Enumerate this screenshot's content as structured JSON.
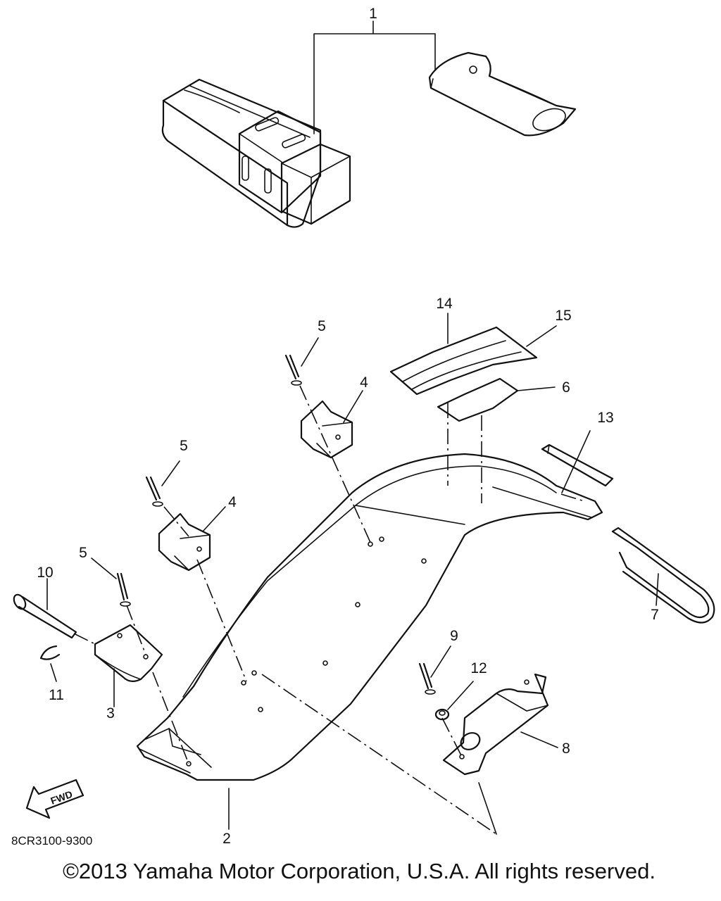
{
  "diagram": {
    "drawing_code": "8CR3100-9300",
    "copyright": "©2013 Yamaha Motor Corporation, U.S.A. All rights reserved.",
    "direction_arrow_label": "FWD",
    "callouts": [
      "1",
      "2",
      "3",
      "4",
      "4",
      "5",
      "5",
      "5",
      "6",
      "7",
      "8",
      "9",
      "10",
      "11",
      "12",
      "13",
      "14",
      "15"
    ]
  }
}
